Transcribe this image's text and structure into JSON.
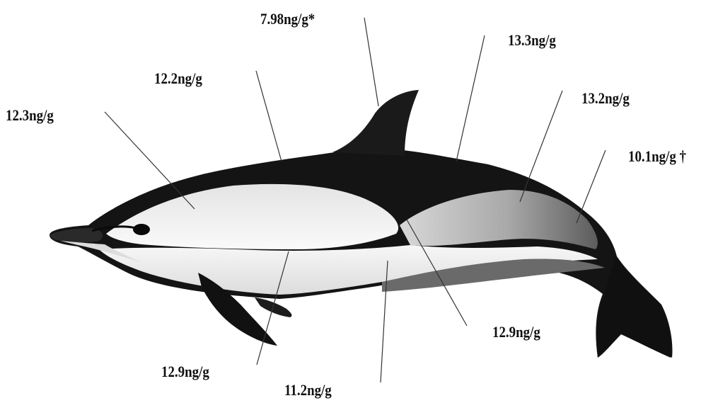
{
  "colors": {
    "body_dark": "#141414",
    "body_light": "#f2f2f2",
    "body_mid": "#8a8a8a",
    "leader_line": "#333333",
    "text": "#111111"
  },
  "labels": {
    "dorsal_fin": "7.98ng/g*",
    "upper_back": "12.2ng/g",
    "head": "12.3ng/g",
    "mid_back": "13.3ng/g",
    "rear_back": "13.2ng/g",
    "tail_stock": "10.1ng/g †",
    "lateral_blaze": "12.9ng/g",
    "flipper": "12.9ng/g",
    "belly": "11.2ng/g"
  }
}
